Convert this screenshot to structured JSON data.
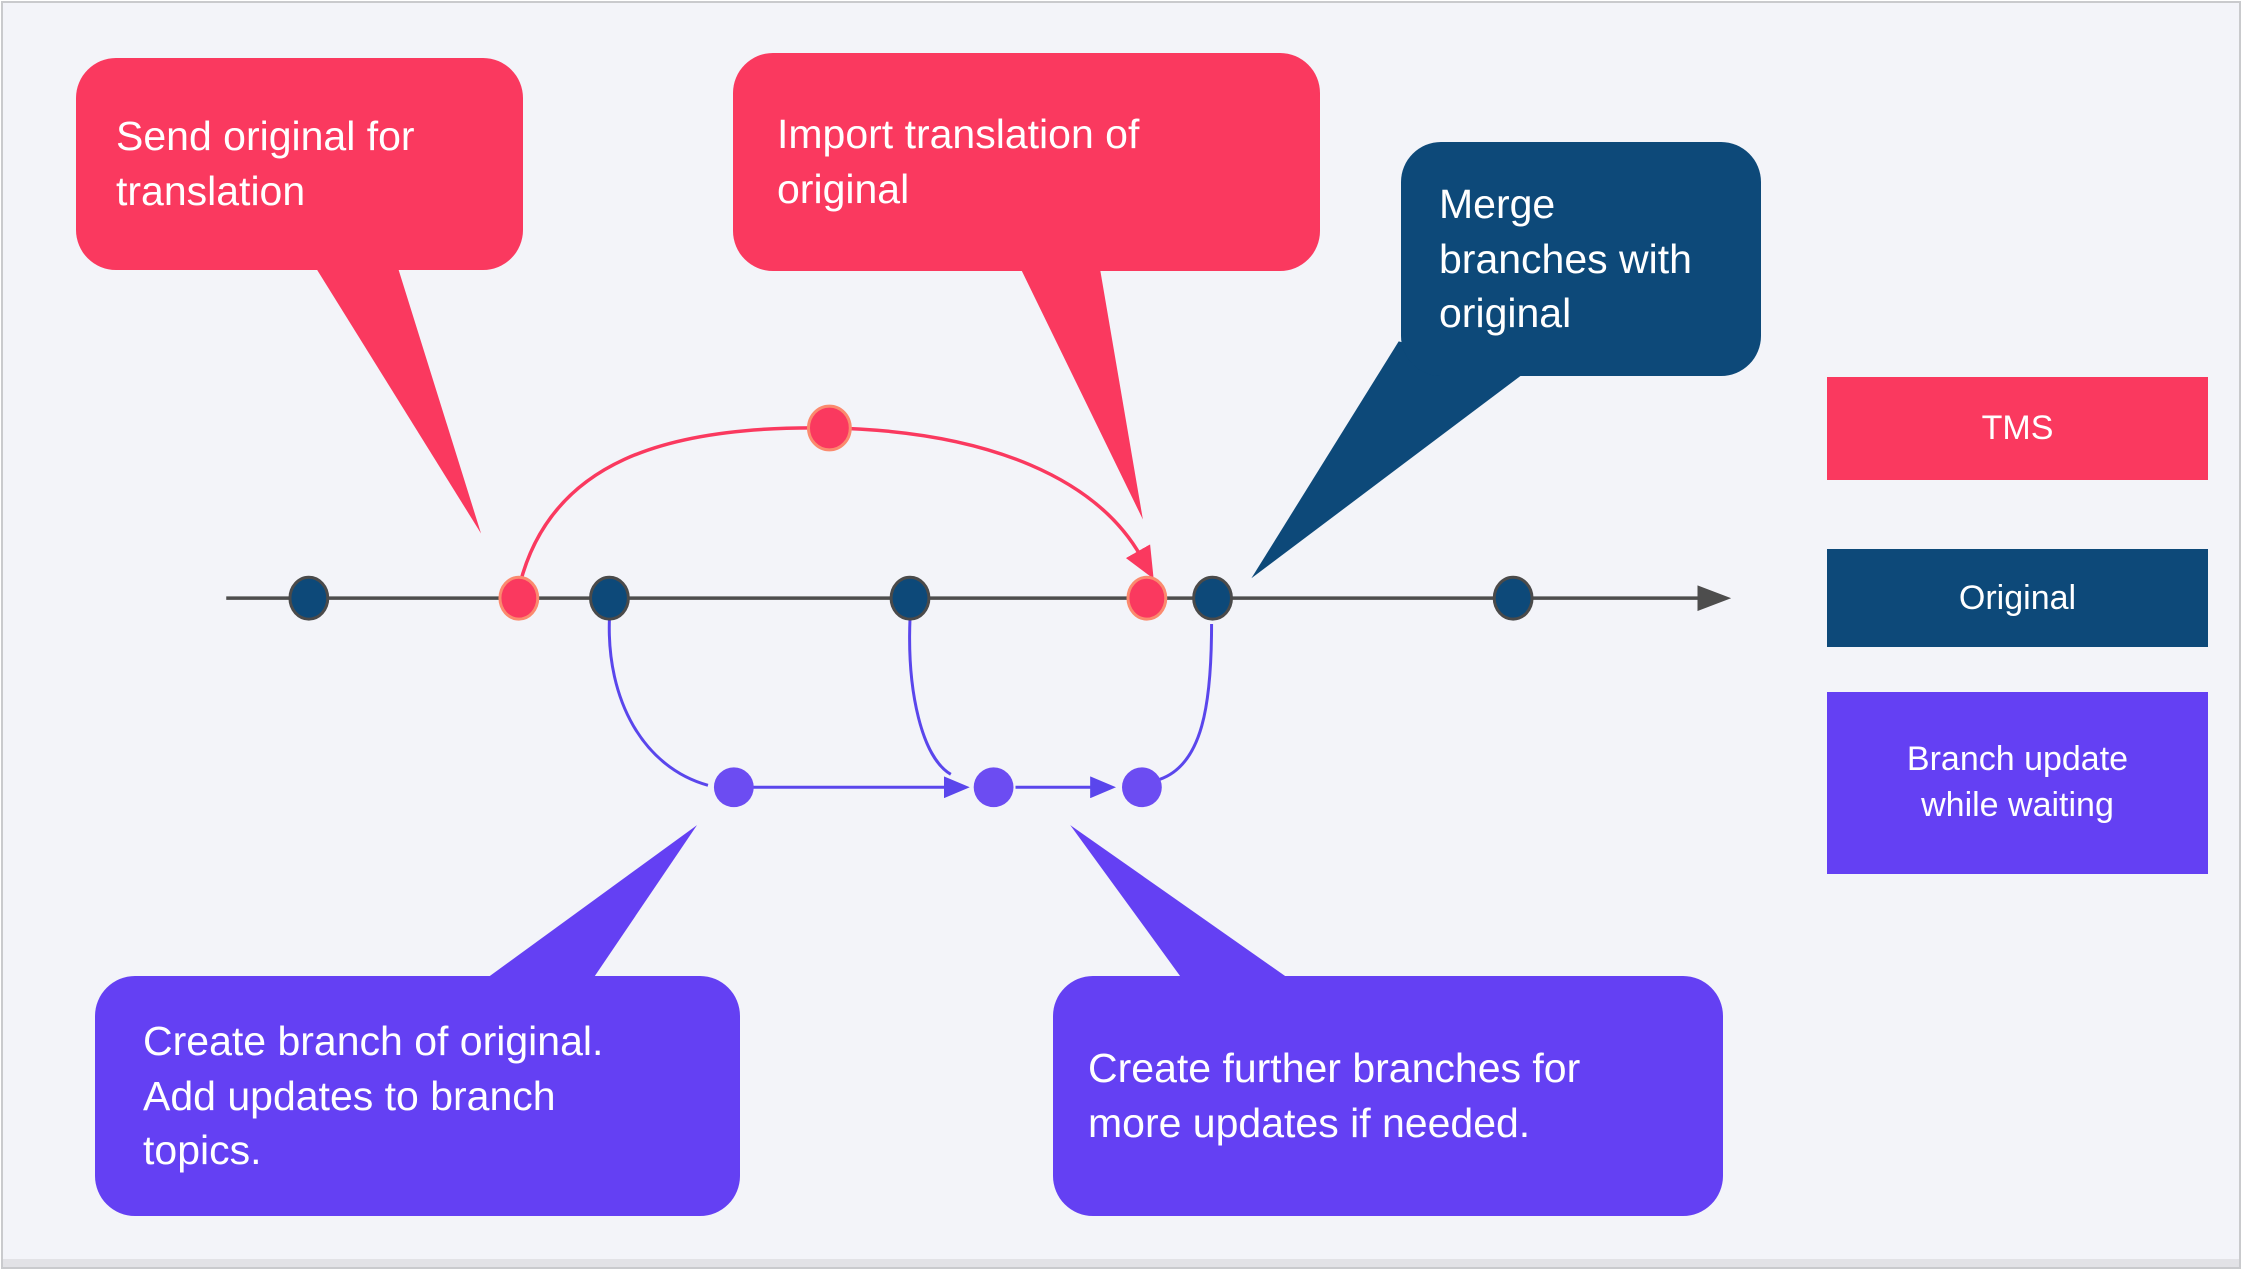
{
  "colors": {
    "background": "#f3f4f9",
    "page_border": "#c9cacd",
    "bottom_bar": "#e2e2e6",
    "tms_pink": "#fa395f",
    "pink_dot_stroke": "#fb8a6e",
    "original_navy": "#0d4979",
    "navy_dot_stroke": "#4a4a4a",
    "branch_purple": "#6440f3",
    "branch_dot_purple": "#6c4cf2",
    "branch_line": "#5a46ec",
    "timeline_gray": "#4d4d4d",
    "bubble_text": "#ffffff"
  },
  "callouts": {
    "send_original_for_translation": {
      "text": "Send original for translation",
      "color": "#fa395f"
    },
    "import_translation_of_original": {
      "text": "Import translation of original",
      "color": "#fa395f"
    },
    "merge_branches_with_original": {
      "text": "Merge branches with original",
      "color": "#0d4979"
    },
    "create_branch_of_original": {
      "text": "Create branch of original. Add updates to branch topics.",
      "color": "#6440f3"
    },
    "create_further_branches": {
      "text": "Create further branches for more updates if needed.",
      "color": "#6440f3"
    }
  },
  "legend": {
    "items": [
      {
        "label": "TMS",
        "color": "#fa395f"
      },
      {
        "label": "Original",
        "color": "#0d4979"
      },
      {
        "label": "Branch update while waiting",
        "color": "#6440f3"
      }
    ]
  },
  "diagram": {
    "timeline_node_colors": [
      "original",
      "tms",
      "original",
      "original",
      "tms",
      "original",
      "original"
    ],
    "tms_arc_node_color": "tms",
    "branch_node_count": 3
  }
}
